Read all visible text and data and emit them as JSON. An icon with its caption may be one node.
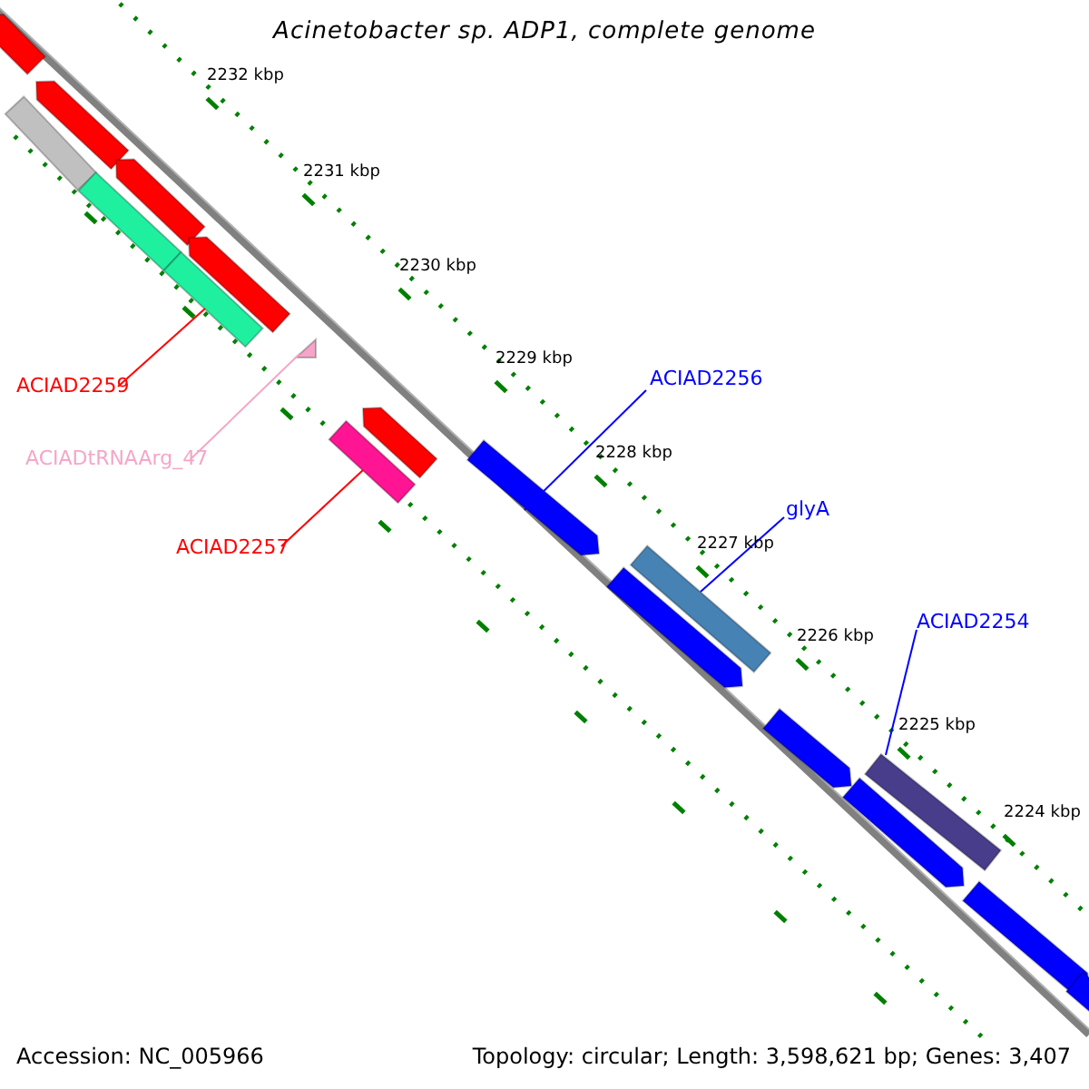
{
  "diagram": {
    "title": "Acinetobacter sp. ADP1, complete genome",
    "nodes": [
      {
        "text": [
          "ACIAD2259"
        ]
      },
      {
        "text": [
          "ACIADtRNAArg_47"
        ]
      },
      {
        "text": [
          "ACIAD2257"
        ]
      },
      {
        "text": [
          "ACIAD2256"
        ]
      },
      {
        "text": [
          "glyA"
        ]
      },
      {
        "text": [
          "ACIAD2254"
        ]
      },
      {
        "text": [],
        "shape": "arrow"
      },
      {
        "text": [],
        "shape": "arrow"
      },
      {
        "text": [],
        "shape": "arrow"
      },
      {
        "text": [],
        "shape": "arrow"
      },
      {
        "text": [],
        "shape": "bar"
      },
      {
        "text": [],
        "shape": "bar"
      },
      {
        "text": [],
        "shape": "bar"
      },
      {
        "text": [],
        "shape": "triangle"
      },
      {
        "text": [],
        "shape": "arrow"
      },
      {
        "text": [],
        "shape": "bar"
      },
      {
        "text": [],
        "shape": "arrow"
      },
      {
        "text": [],
        "shape": "bar"
      },
      {
        "text": [],
        "shape": "arrow"
      },
      {
        "text": [],
        "shape": "arrow"
      },
      {
        "text": [],
        "shape": "bar"
      },
      {
        "text": [],
        "shape": "arrow"
      },
      {
        "text": [],
        "shape": "arrow"
      },
      {
        "text": [],
        "shape": "arrow"
      }
    ],
    "edges": [
      {
        "from": 0,
        "to": 12,
        "arrow": "none",
        "color": "#ff0000"
      },
      {
        "from": 1,
        "to": 13,
        "arrow": "none",
        "color": "#f4a6c8"
      },
      {
        "from": 2,
        "to": 15,
        "arrow": "none",
        "color": "#ff0000"
      },
      {
        "from": 3,
        "to": 16,
        "arrow": "none"
      },
      {
        "from": 4,
        "to": 17,
        "arrow": "none"
      },
      {
        "from": 5,
        "to": 20,
        "arrow": "none"
      }
    ],
    "labels": [
      "2232 kbp",
      "2231 kbp",
      "2230 kbp",
      "2229 kbp",
      "2228 kbp",
      "2227 kbp",
      "2226 kbp",
      "2225 kbp",
      "2224 kbp",
      "Accession: NC_005966",
      "Topology: circular; Length: 3,598,621 bp; Genes: 3,407"
    ]
  }
}
